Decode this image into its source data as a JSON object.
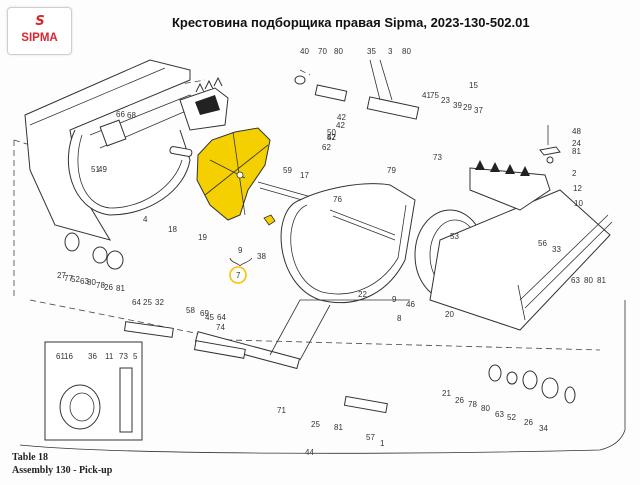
{
  "header": {
    "logo": {
      "mark": "S",
      "text": "SIPMA",
      "color": "#d7262e"
    },
    "title": "Крестовина подборщика правая Sipma, 2023-130-502.01"
  },
  "footer": {
    "table": "Table 18",
    "assembly": "Assembly 130 - Pick-up"
  },
  "diagram": {
    "highlight_color": "#f5d000",
    "highlighted_part": "7",
    "labels": [
      "40",
      "70",
      "80",
      "35",
      "3",
      "80",
      "15",
      "41",
      "75",
      "23",
      "39",
      "29",
      "37",
      "42",
      "47",
      "42",
      "50",
      "52",
      "62",
      "73",
      "48",
      "24",
      "81",
      "2",
      "12",
      "10",
      "66",
      "68",
      "51",
      "49",
      "4",
      "18",
      "19",
      "59",
      "17",
      "9",
      "38",
      "7",
      "76",
      "79",
      "22",
      "53",
      "56",
      "33",
      "63",
      "80",
      "81",
      "9",
      "46",
      "8",
      "20",
      "27",
      "77",
      "52",
      "63",
      "80",
      "78",
      "26",
      "81",
      "64",
      "25",
      "32",
      "58",
      "69",
      "45",
      "64",
      "74",
      "61",
      "16",
      "36",
      "11",
      "73",
      "5",
      "71",
      "25",
      "81",
      "57",
      "1",
      "44",
      "21",
      "26",
      "78",
      "80",
      "63",
      "52",
      "26",
      "34"
    ]
  }
}
